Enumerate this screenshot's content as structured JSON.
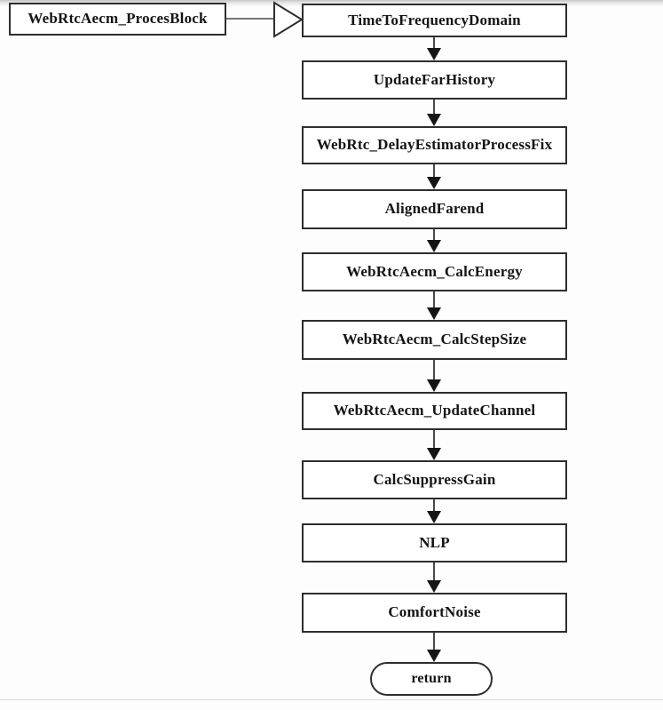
{
  "diagram": {
    "type": "flowchart",
    "entry_node": {
      "label": "WebRtcAecm_ProcesBlock"
    },
    "flow_nodes": [
      {
        "label": "TimeToFrequencyDomain"
      },
      {
        "label": "UpdateFarHistory"
      },
      {
        "label": "WebRtc_DelayEstimatorProcessFix"
      },
      {
        "label": "AlignedFarend"
      },
      {
        "label": "WebRtcAecm_CalcEnergy"
      },
      {
        "label": "WebRtcAecm_CalcStepSize"
      },
      {
        "label": "WebRtcAecm_UpdateChannel"
      },
      {
        "label": "CalcSuppressGain"
      },
      {
        "label": "NLP"
      },
      {
        "label": "ComfortNoise"
      }
    ],
    "terminal_node": {
      "label": "return"
    },
    "colors": {
      "box_border": "#2e2e2e",
      "text": "#141414",
      "line": "#4a4a4a",
      "arrowhead": "#151515",
      "background": "#ffffff"
    }
  }
}
